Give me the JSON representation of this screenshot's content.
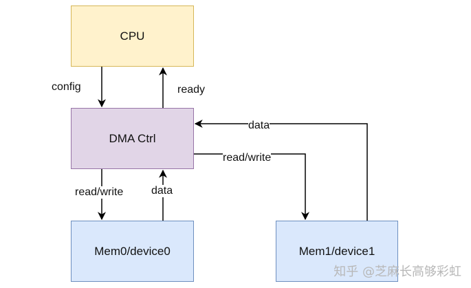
{
  "nodes": {
    "cpu": "CPU",
    "dma": "DMA Ctrl",
    "mem0": "Mem0/device0",
    "mem1": "Mem1/device1"
  },
  "edges": {
    "config": "config",
    "ready": "ready",
    "read_write_mem0": "read/write",
    "data_mem0": "data",
    "data_mem1": "data",
    "read_write_mem1": "read/write"
  },
  "watermark": "知乎 @芝麻长高够彩虹"
}
